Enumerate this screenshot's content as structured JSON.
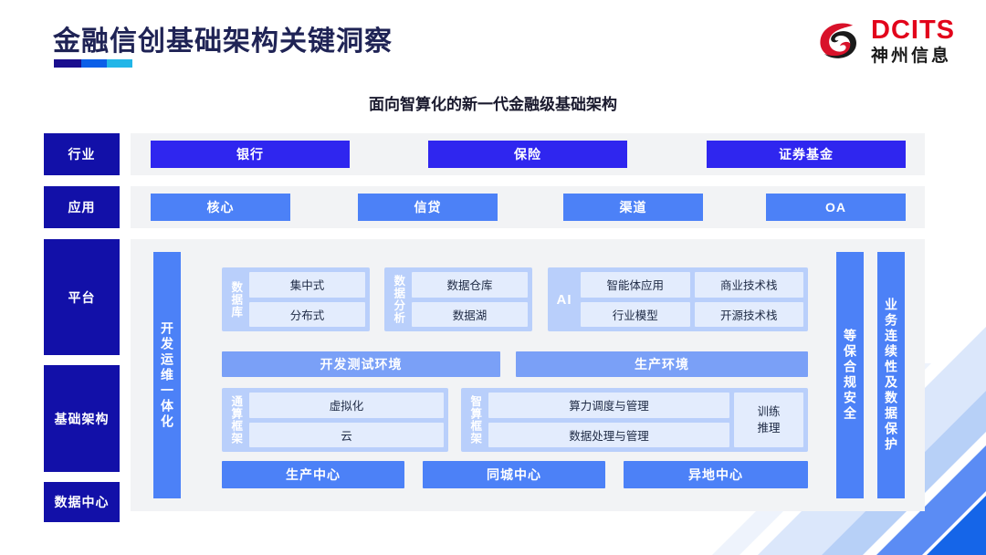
{
  "header": {
    "title": "金融信创基础架构关键洞察",
    "logo_en": "DCITS",
    "logo_cn": "神州信息",
    "logo_icon": "dcits-swirl-logo"
  },
  "subtitle": "面向智算化的新一代金融级基础架构",
  "colors": {
    "label_navy": "#1210a8",
    "industry_blue": "#2f26ef",
    "app_blue": "#4c81f7",
    "panel_gray": "#f2f3f5",
    "group_outer": "#b9cffb",
    "cell_light": "#e3ecfd",
    "env_blue": "#7aa0f7",
    "rule_1": "#1a0e8e",
    "rule_2": "#0b5fe8",
    "rule_3": "#22b6e8",
    "logo_red": "#e2041b"
  },
  "rows": {
    "industry": {
      "label": "行业",
      "items": [
        "银行",
        "保险",
        "证券基金"
      ]
    },
    "application": {
      "label": "应用",
      "items": [
        "核心",
        "信贷",
        "渠道",
        "OA"
      ]
    },
    "platform": {
      "label": "平台"
    },
    "infrastructure": {
      "label": "基础架构"
    },
    "datacenter": {
      "label": "数据中心"
    }
  },
  "side_bars": {
    "devops": "开发运维一体化",
    "security": "等保合规安全",
    "continuity": "业务连续性及数据保护"
  },
  "platform": {
    "database": {
      "label": "数据库",
      "cells": [
        "集中式",
        "分布式"
      ]
    },
    "data_analysis": {
      "label": "数据分析",
      "cells": [
        "数据仓库",
        "数据湖"
      ]
    },
    "ai": {
      "label": "AI",
      "cells_row1": [
        "智能体应用",
        "商业技术栈"
      ],
      "cells_row2": [
        "行业模型",
        "开源技术栈"
      ]
    },
    "environments": [
      "开发测试环境",
      "生产环境"
    ]
  },
  "infrastructure": {
    "general_compute": {
      "label": "通算框架",
      "cells": [
        "虚拟化",
        "云"
      ]
    },
    "intelligent_compute": {
      "label": "智算框架",
      "cells": [
        "算力调度与管理",
        "数据处理与管理"
      ],
      "side_cell_line1": "训练",
      "side_cell_line2": "推理"
    }
  },
  "datacenter": {
    "centers": [
      "生产中心",
      "同城中心",
      "异地中心"
    ]
  }
}
